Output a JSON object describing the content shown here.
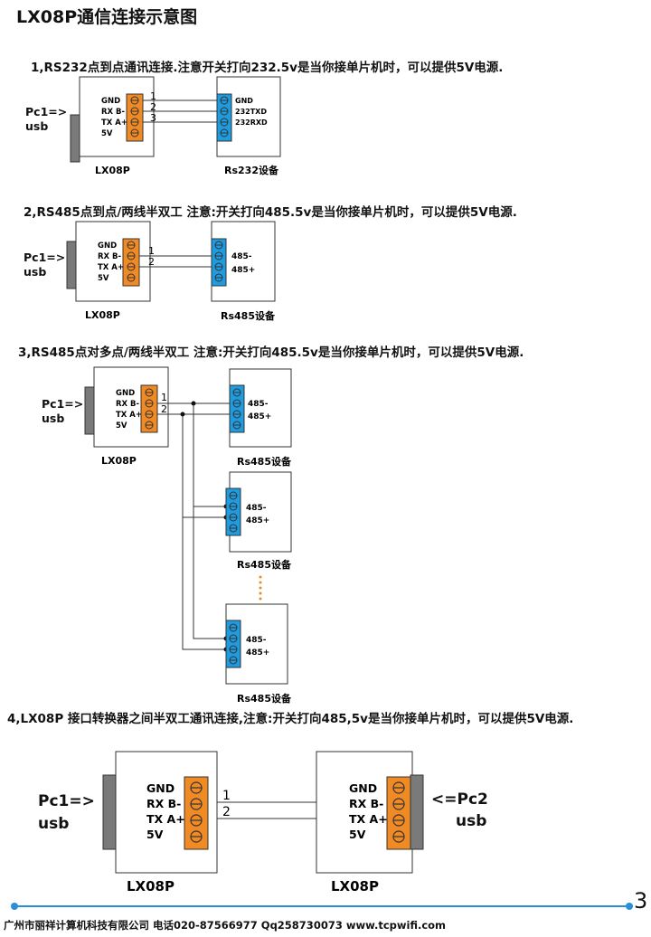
{
  "title": "LX08P通信连接示意图",
  "colors": {
    "terminal_orange": "#f08a24",
    "terminal_blue": "#1f9be0",
    "footer_blue": "#2a8fd6",
    "port_grey": "#7a7a7a"
  },
  "sections": [
    {
      "heading": "1,RS232点到点通讯连接.注意开关打向232.5v是当你接单片机时，可以提供5V电源.",
      "pc_label_1": "Pc1=>",
      "pc_label_2": "usb",
      "left_pins": [
        "GND",
        "RX B-",
        "TX A+",
        "5V"
      ],
      "wire_labels": [
        "1",
        "2",
        "3"
      ],
      "right_pins": [
        "GND",
        "232TXD",
        "232RXD"
      ],
      "left_caption": "LX08P",
      "right_caption": "Rs232设备"
    },
    {
      "heading": "2,RS485点到点/两线半双工  注意:开关打向485.5v是当你接单片机时，可以提供5V电源.",
      "pc_label_1": "Pc1=>",
      "pc_label_2": "usb",
      "left_pins": [
        "GND",
        "RX B-",
        "TX A+",
        "5V"
      ],
      "wire_labels": [
        "1",
        "2"
      ],
      "right_pins": [
        "485-",
        "485+"
      ],
      "left_caption": "LX08P",
      "right_caption": "Rs485设备"
    },
    {
      "heading": "3,RS485点对多点/两线半双工 注意:开关打向485.5v是当你接单片机时，可以提供5V电源.",
      "pc_label_1": "Pc1=>",
      "pc_label_2": "usb",
      "left_pins": [
        "GND",
        "RX B-",
        "TX A+",
        "5V"
      ],
      "wire_labels": [
        "1",
        "2"
      ],
      "right_pins": [
        "485-",
        "485+"
      ],
      "left_caption": "LX08P",
      "device_caption": "Rs485设备"
    },
    {
      "heading": "4,LX08P   接口转换器之间半双工通讯连接,注意:开关打向485,5v是当你接单片机时，可以提供5V电源.",
      "pc_label_1": "Pc1=>",
      "pc_label_2": "usb",
      "left_pins": [
        "GND",
        "RX B-",
        "TX A+",
        "5V"
      ],
      "wire_labels": [
        "1",
        "2"
      ],
      "right_pins": [
        "GND",
        "RX B-",
        "TX A+",
        "5V"
      ],
      "pc2_label_1": "<=Pc2",
      "pc2_label_2": "usb",
      "left_caption": "LX08P",
      "right_caption": "LX08P"
    }
  ],
  "footer": {
    "page_number": "3",
    "text": "广州市丽祥计算机科技有限公司  电话020-87566977 Qq258730073 www.tcpwifi.com"
  }
}
